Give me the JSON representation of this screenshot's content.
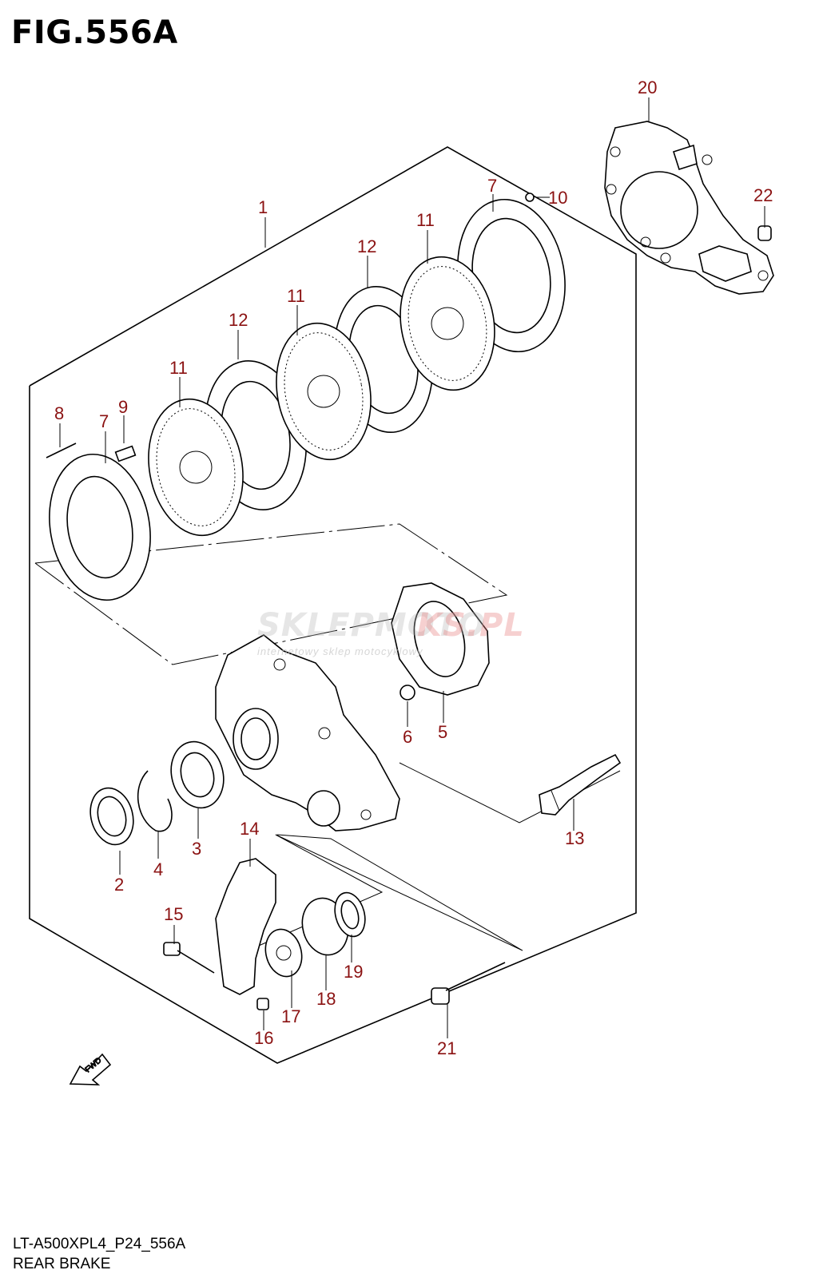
{
  "figure": {
    "title": "FIG.556A"
  },
  "footer": {
    "code": "LT-A500XPL4_P24_556A",
    "name": "REAR BRAKE"
  },
  "watermark": {
    "part1": "SKLEPMOTO",
    "part2": "KS.PL",
    "tagline": "internetowy sklep motocyklowy"
  },
  "fwd_label": "FWD",
  "part_labels": [
    "1",
    "2",
    "3",
    "4",
    "5",
    "6",
    "7",
    "7",
    "8",
    "9",
    "10",
    "11",
    "11",
    "11",
    "12",
    "12",
    "13",
    "14",
    "15",
    "16",
    "17",
    "18",
    "19",
    "20",
    "21",
    "22"
  ],
  "colors": {
    "label": "#8b1212",
    "line": "#000000"
  }
}
